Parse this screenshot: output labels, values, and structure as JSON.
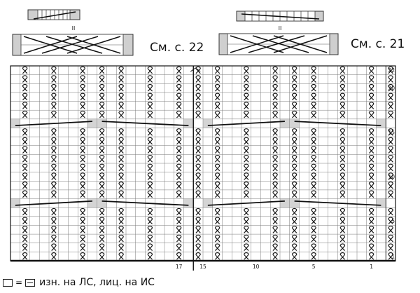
{
  "chart": {
    "rows": 22,
    "cols": 40,
    "row_numbers": [
      "22",
      "20",
      "15",
      "10",
      "5",
      "1"
    ],
    "col_numbers": [
      "17",
      "15",
      "10",
      "5",
      "1"
    ],
    "row_number_rows": [
      22,
      20,
      15,
      10,
      5,
      1
    ],
    "col_number_cols": [
      17,
      15,
      10,
      5,
      1
    ]
  },
  "cable_notes": [
    {
      "label": "См. с. 22",
      "repeat_mark": "II"
    },
    {
      "label": "См. с. 21",
      "repeat_mark": "II"
    }
  ],
  "legend": {
    "equals": "=",
    "text": "изн. на ЛС, лиц. на ИС"
  },
  "colors": {
    "grid": "#7a7a7a",
    "shade": "#d4d4d4",
    "ink": "#111111"
  }
}
